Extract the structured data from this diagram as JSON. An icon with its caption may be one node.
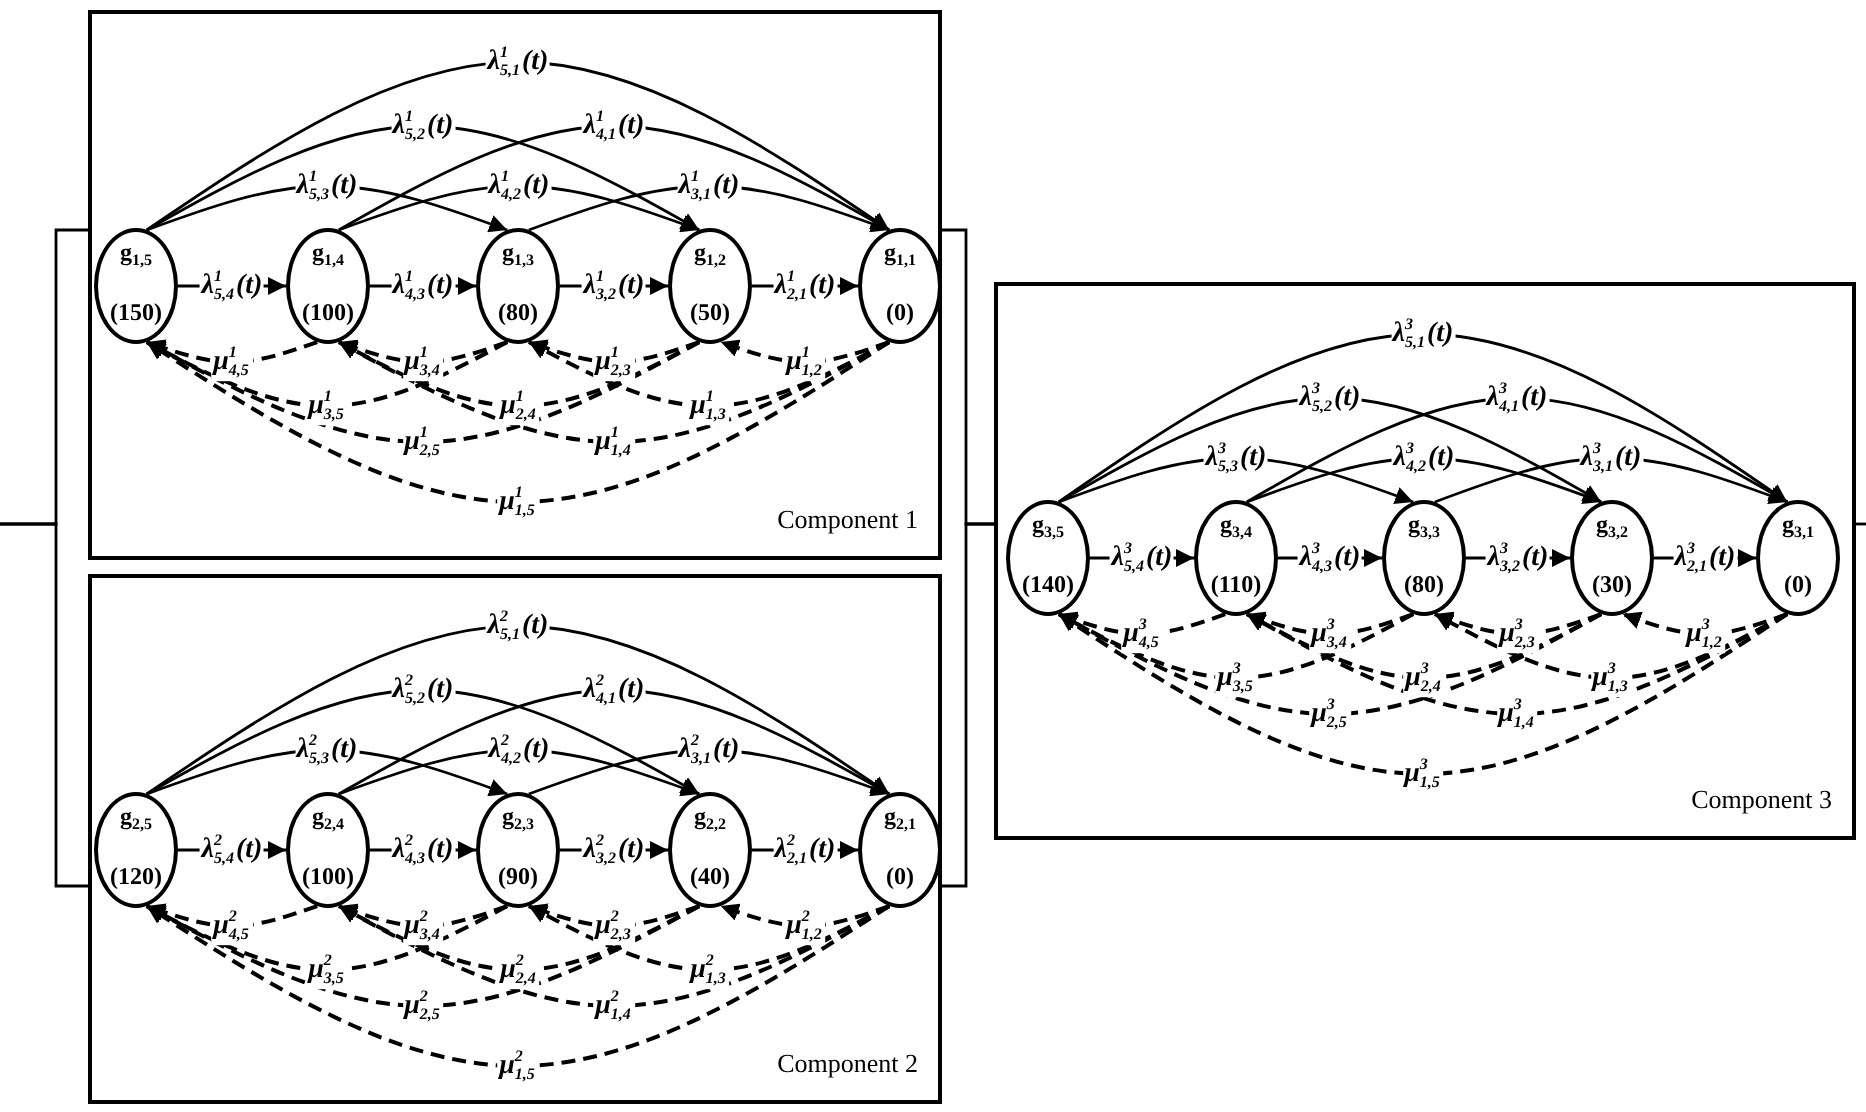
{
  "diagram": {
    "nodes": [
      {
        "text": [
          "Component 1"
        ]
      },
      {
        "text": [
          "g$_{1,5}$",
          "(150)"
        ],
        "in": 0
      },
      {
        "text": [
          "g$_{1,4}$",
          "(100)"
        ],
        "in": 0
      },
      {
        "text": [
          "g$_{1,3}$",
          "(80)"
        ],
        "in": 0
      },
      {
        "text": [
          "g$_{1,2}$",
          "(50)"
        ],
        "in": 0
      },
      {
        "text": [
          "g$_{1,1}$",
          "(0)"
        ],
        "in": 0
      },
      {
        "text": [
          "Component 2"
        ]
      },
      {
        "text": [
          "g$_{2,5}$",
          "(120)"
        ],
        "in": 6
      },
      {
        "text": [
          "g$_{2,4}$",
          "(100)"
        ],
        "in": 6
      },
      {
        "text": [
          "g$_{2,3}$",
          "(90)"
        ],
        "in": 6
      },
      {
        "text": [
          "g$_{2,2}$",
          "(40)"
        ],
        "in": 6
      },
      {
        "text": [
          "g$_{2,1}$",
          "(0)"
        ],
        "in": 6
      },
      {
        "text": [
          "Component 3"
        ]
      },
      {
        "text": [
          "g$_{3,5}$",
          "(140)"
        ],
        "in": 12
      },
      {
        "text": [
          "g$_{3,4}$",
          "(110)"
        ],
        "in": 12
      },
      {
        "text": [
          "g$_{3,3}$",
          "(80)"
        ],
        "in": 12
      },
      {
        "text": [
          "g$_{3,2}$",
          "(30)"
        ],
        "in": 12
      },
      {
        "text": [
          "g$_{3,1}$",
          "(0)"
        ],
        "in": 12
      }
    ],
    "edges": [
      {
        "from": null,
        "to": 0,
        "arrow": "none"
      },
      {
        "from": null,
        "to": 6,
        "arrow": "none"
      },
      {
        "from": 0,
        "to": 12,
        "arrow": "none"
      },
      {
        "from": 6,
        "to": 12,
        "arrow": "none"
      },
      {
        "from": 12,
        "to": null,
        "arrow": "none"
      },
      {
        "from": 1,
        "to": 2,
        "arrow": "to",
        "label": "λ$^{1}$$_{5,4}$(t)"
      },
      {
        "from": 2,
        "to": 3,
        "arrow": "to",
        "label": "λ$^{1}$$_{4,3}$(t)"
      },
      {
        "from": 3,
        "to": 4,
        "arrow": "to",
        "label": "λ$^{1}$$_{3,2}$(t)"
      },
      {
        "from": 4,
        "to": 5,
        "arrow": "to",
        "label": "λ$^{1}$$_{2,1}$(t)"
      },
      {
        "from": 1,
        "to": 3,
        "arrow": "to",
        "label": "λ$^{1}$$_{5,3}$(t)"
      },
      {
        "from": 2,
        "to": 4,
        "arrow": "to",
        "label": "λ$^{1}$$_{4,2}$(t)"
      },
      {
        "from": 3,
        "to": 5,
        "arrow": "to",
        "label": "λ$^{1}$$_{3,1}$(t)"
      },
      {
        "from": 1,
        "to": 4,
        "arrow": "to",
        "label": "λ$^{1}$$_{5,2}$(t)"
      },
      {
        "from": 2,
        "to": 5,
        "arrow": "to",
        "label": "λ$^{1}$$_{4,1}$(t)"
      },
      {
        "from": 1,
        "to": 5,
        "arrow": "to",
        "label": "λ$^{1}$$_{5,1}$(t)"
      },
      {
        "from": 2,
        "to": 1,
        "arrow": "to",
        "style": "dashed",
        "label": "μ$^{1}$$_{4,5}$"
      },
      {
        "from": 3,
        "to": 2,
        "arrow": "to",
        "style": "dashed",
        "label": "μ$^{1}$$_{3,4}$"
      },
      {
        "from": 4,
        "to": 3,
        "arrow": "to",
        "style": "dashed",
        "label": "μ$^{1}$$_{2,3}$"
      },
      {
        "from": 5,
        "to": 4,
        "arrow": "to",
        "style": "dashed",
        "label": "μ$^{1}$$_{1,2}$"
      },
      {
        "from": 3,
        "to": 1,
        "arrow": "to",
        "style": "dashed",
        "label": "μ$^{1}$$_{3,5}$"
      },
      {
        "from": 4,
        "to": 2,
        "arrow": "to",
        "style": "dashed",
        "label": "μ$^{1}$$_{2,4}$"
      },
      {
        "from": 5,
        "to": 3,
        "arrow": "to",
        "style": "dashed",
        "label": "μ$^{1}$$_{1,3}$"
      },
      {
        "from": 4,
        "to": 1,
        "arrow": "to",
        "style": "dashed",
        "label": "μ$^{1}$$_{2,5}$"
      },
      {
        "from": 5,
        "to": 2,
        "arrow": "to",
        "style": "dashed",
        "label": "μ$^{1}$$_{1,4}$"
      },
      {
        "from": 5,
        "to": 1,
        "arrow": "to",
        "style": "dashed",
        "label": "μ$^{1}$$_{1,5}$"
      },
      {
        "from": 7,
        "to": 8,
        "arrow": "to",
        "label": "λ$^{2}$$_{5,4}$(t)"
      },
      {
        "from": 8,
        "to": 9,
        "arrow": "to",
        "label": "λ$^{2}$$_{4,3}$(t)"
      },
      {
        "from": 9,
        "to": 10,
        "arrow": "to",
        "label": "λ$^{2}$$_{3,2}$(t)"
      },
      {
        "from": 10,
        "to": 11,
        "arrow": "to",
        "label": "λ$^{2}$$_{2,1}$(t)"
      },
      {
        "from": 7,
        "to": 9,
        "arrow": "to",
        "label": "λ$^{2}$$_{5,3}$(t)"
      },
      {
        "from": 8,
        "to": 10,
        "arrow": "to",
        "label": "λ$^{2}$$_{4,2}$(t)"
      },
      {
        "from": 9,
        "to": 11,
        "arrow": "to",
        "label": "λ$^{2}$$_{3,1}$(t)"
      },
      {
        "from": 7,
        "to": 10,
        "arrow": "to",
        "label": "λ$^{2}$$_{5,2}$(t)"
      },
      {
        "from": 8,
        "to": 11,
        "arrow": "to",
        "label": "λ$^{2}$$_{4,1}$(t)"
      },
      {
        "from": 7,
        "to": 11,
        "arrow": "to",
        "label": "λ$^{2}$$_{5,1}$(t)"
      },
      {
        "from": 8,
        "to": 7,
        "arrow": "to",
        "style": "dashed",
        "label": "μ$^{2}$$_{4,5}$"
      },
      {
        "from": 9,
        "to": 8,
        "arrow": "to",
        "style": "dashed",
        "label": "μ$^{2}$$_{3,4}$"
      },
      {
        "from": 10,
        "to": 9,
        "arrow": "to",
        "style": "dashed",
        "label": "μ$^{2}$$_{2,3}$"
      },
      {
        "from": 11,
        "to": 10,
        "arrow": "to",
        "style": "dashed",
        "label": "μ$^{2}$$_{1,2}$"
      },
      {
        "from": 9,
        "to": 7,
        "arrow": "to",
        "style": "dashed",
        "label": "μ$^{2}$$_{3,5}$"
      },
      {
        "from": 10,
        "to": 8,
        "arrow": "to",
        "style": "dashed",
        "label": "μ$^{2}$$_{2,4}$"
      },
      {
        "from": 11,
        "to": 9,
        "arrow": "to",
        "style": "dashed",
        "label": "μ$^{2}$$_{1,3}$"
      },
      {
        "from": 10,
        "to": 7,
        "arrow": "to",
        "style": "dashed",
        "label": "μ$^{2}$$_{2,5}$"
      },
      {
        "from": 11,
        "to": 8,
        "arrow": "to",
        "style": "dashed",
        "label": "μ$^{2}$$_{1,4}$"
      },
      {
        "from": 11,
        "to": 7,
        "arrow": "to",
        "style": "dashed",
        "label": "μ$^{2}$$_{1,5}$"
      },
      {
        "from": 13,
        "to": 14,
        "arrow": "to",
        "label": "λ$^{3}$$_{5,4}$(t)"
      },
      {
        "from": 14,
        "to": 15,
        "arrow": "to",
        "label": "λ$^{3}$$_{4,3}$(t)"
      },
      {
        "from": 15,
        "to": 16,
        "arrow": "to",
        "label": "λ$^{3}$$_{3,2}$(t)"
      },
      {
        "from": 16,
        "to": 17,
        "arrow": "to",
        "label": "λ$^{3}$$_{2,1}$(t)"
      },
      {
        "from": 13,
        "to": 15,
        "arrow": "to",
        "label": "λ$^{3}$$_{5,3}$(t)"
      },
      {
        "from": 14,
        "to": 16,
        "arrow": "to",
        "label": "λ$^{3}$$_{4,2}$(t)"
      },
      {
        "from": 15,
        "to": 17,
        "arrow": "to",
        "label": "λ$^{3}$$_{3,1}$(t)"
      },
      {
        "from": 13,
        "to": 16,
        "arrow": "to",
        "label": "λ$^{3}$$_{5,2}$(t)"
      },
      {
        "from": 14,
        "to": 17,
        "arrow": "to",
        "label": "λ$^{3}$$_{4,1}$(t)"
      },
      {
        "from": 13,
        "to": 17,
        "arrow": "to",
        "label": "λ$^{3}$$_{5,1}$(t)"
      },
      {
        "from": 14,
        "to": 13,
        "arrow": "to",
        "style": "dashed",
        "label": "μ$^{3}$$_{4,5}$"
      },
      {
        "from": 15,
        "to": 14,
        "arrow": "to",
        "style": "dashed",
        "label": "μ$^{3}$$_{3,4}$"
      },
      {
        "from": 16,
        "to": 15,
        "arrow": "to",
        "style": "dashed",
        "label": "μ$^{3}$$_{2,3}$"
      },
      {
        "from": 17,
        "to": 16,
        "arrow": "to",
        "style": "dashed",
        "label": "μ$^{3}$$_{1,2}$"
      },
      {
        "from": 15,
        "to": 13,
        "arrow": "to",
        "style": "dashed",
        "label": "μ$^{3}$$_{3,5}$"
      },
      {
        "from": 16,
        "to": 14,
        "arrow": "to",
        "style": "dashed",
        "label": "μ$^{3}$$_{2,4}$"
      },
      {
        "from": 17,
        "to": 15,
        "arrow": "to",
        "style": "dashed",
        "label": "μ$^{3}$$_{1,3}$"
      },
      {
        "from": 16,
        "to": 13,
        "arrow": "to",
        "style": "dashed",
        "label": "μ$^{3}$$_{2,5}$"
      },
      {
        "from": 17,
        "to": 14,
        "arrow": "to",
        "style": "dashed",
        "label": "μ$^{3}$$_{1,4}$"
      },
      {
        "from": 17,
        "to": 13,
        "arrow": "to",
        "style": "dashed",
        "label": "μ$^{3}$$_{1,5}$"
      }
    ]
  }
}
